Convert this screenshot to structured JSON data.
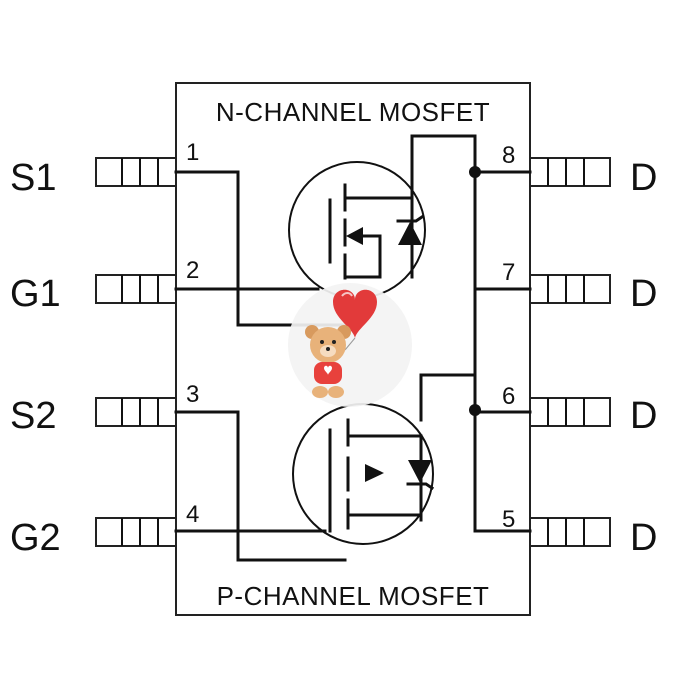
{
  "package": {
    "top_title": "N-CHANNEL MOSFET",
    "bottom_title": "P-CHANNEL MOSFET"
  },
  "pins_left": [
    {
      "number": "1",
      "label": "S1"
    },
    {
      "number": "2",
      "label": "G1"
    },
    {
      "number": "3",
      "label": "S2"
    },
    {
      "number": "4",
      "label": "G2"
    }
  ],
  "pins_right": [
    {
      "number": "8",
      "label": "D"
    },
    {
      "number": "7",
      "label": "D"
    },
    {
      "number": "6",
      "label": "D"
    },
    {
      "number": "5",
      "label": "D"
    }
  ],
  "sticker": {
    "icon": "teddy-bear-heart-balloon-icon",
    "colors": {
      "heart": "#e23a3a",
      "bear": "#e8b27a",
      "shirt": "#e8413c"
    }
  }
}
